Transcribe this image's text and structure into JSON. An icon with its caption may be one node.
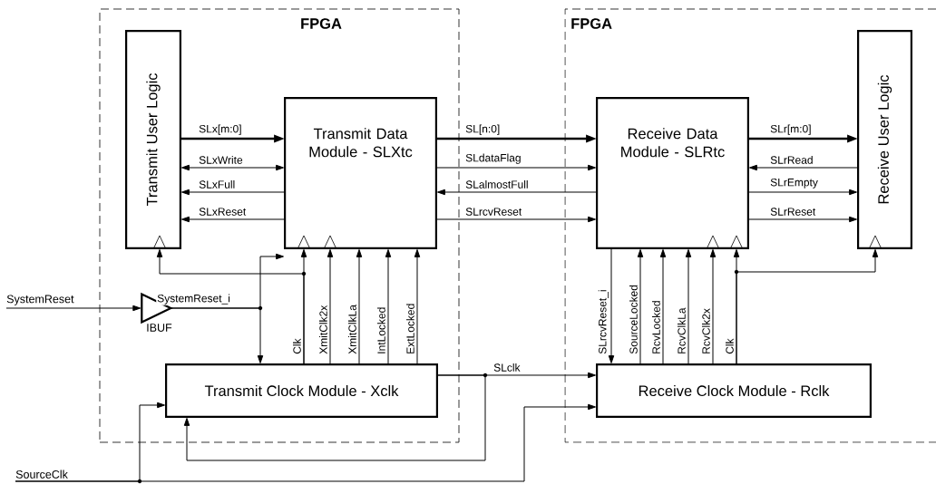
{
  "diagram": {
    "nodes": [
      {
        "text": [
          "FPGA"
        ]
      },
      {
        "text": [
          "FPGA"
        ]
      },
      {
        "text": [
          "Transmit User Logic"
        ],
        "in": 0
      },
      {
        "text": [
          "Transmit Data Module - SLXtc"
        ],
        "in": 0
      },
      {
        "text": [
          "Receive Data Module - SLRtc"
        ],
        "in": 1
      },
      {
        "text": [
          "Receive User Logic"
        ],
        "in": 1
      },
      {
        "text": [],
        "shape": "triangle",
        "beside": [
          "IBUF"
        ],
        "in": 0
      },
      {
        "text": [
          "Transmit Clock Module - Xclk"
        ],
        "in": 0
      },
      {
        "text": [
          "Receive Clock Module - Rclk"
        ],
        "in": 1
      },
      {
        "text": [
          "SystemReset"
        ]
      },
      {
        "text": [
          "SourceClk"
        ]
      }
    ],
    "edges": [
      {
        "from": 2,
        "to": 3,
        "arrow": "to",
        "label": "SLx[m:0]",
        "style": "thick"
      },
      {
        "from": 2,
        "to": 3,
        "arrow": "both",
        "label": "SLxWrite"
      },
      {
        "from": 3,
        "to": 2,
        "arrow": "to",
        "label": "SLxFull"
      },
      {
        "from": 3,
        "to": 2,
        "arrow": "to",
        "label": "SLxReset"
      },
      {
        "from": 3,
        "to": 4,
        "arrow": "to",
        "label": "SL[n:0]",
        "style": "thick"
      },
      {
        "from": 3,
        "to": 4,
        "arrow": "to",
        "label": "SLdataFlag"
      },
      {
        "from": 4,
        "to": 3,
        "arrow": "to",
        "label": "SLalmostFull"
      },
      {
        "from": 3,
        "to": 4,
        "arrow": "to",
        "label": "SLrcvReset"
      },
      {
        "from": 4,
        "to": 5,
        "arrow": "to",
        "label": "SLr[m:0]",
        "style": "thick"
      },
      {
        "from": 5,
        "to": 4,
        "arrow": "to",
        "label": "SLrRead"
      },
      {
        "from": 4,
        "to": 5,
        "arrow": "to",
        "label": "SLrEmpty"
      },
      {
        "from": 4,
        "to": 5,
        "arrow": "to",
        "label": "SLrReset"
      },
      {
        "from": 9,
        "to": 6,
        "arrow": "to"
      },
      {
        "from": 6,
        "to": 7,
        "arrow": "to",
        "label": "SystemReset_i"
      },
      {
        "from": 6,
        "to": 3,
        "arrow": "to"
      },
      {
        "from": 7,
        "to": 3,
        "arrow": "to",
        "label": "Clk"
      },
      {
        "from": 7,
        "to": 2,
        "arrow": "to"
      },
      {
        "from": 7,
        "to": 3,
        "arrow": "to",
        "label": "XmitClk2x"
      },
      {
        "from": 7,
        "to": 3,
        "arrow": "to",
        "label": "XmitClkLa"
      },
      {
        "from": 7,
        "to": 3,
        "arrow": "to",
        "label": "IntLocked"
      },
      {
        "from": 7,
        "to": 3,
        "arrow": "to",
        "label": "ExtLocked"
      },
      {
        "from": 7,
        "to": 8,
        "arrow": "to",
        "label": "SLclk"
      },
      {
        "from": 7,
        "to": 7,
        "arrow": "to"
      },
      {
        "from": 10,
        "to": 7,
        "arrow": "to"
      },
      {
        "from": 10,
        "to": 8,
        "arrow": "to"
      },
      {
        "from": 4,
        "to": 8,
        "arrow": "to",
        "label": "SLrcvReset_i"
      },
      {
        "from": 8,
        "to": 4,
        "arrow": "to",
        "label": "SourceLocked"
      },
      {
        "from": 8,
        "to": 4,
        "arrow": "to",
        "label": "RcvLocked"
      },
      {
        "from": 8,
        "to": 4,
        "arrow": "to",
        "label": "RcvClkLa"
      },
      {
        "from": 8,
        "to": 4,
        "arrow": "to",
        "label": "RcvClk2x"
      },
      {
        "from": 8,
        "to": 4,
        "arrow": "to",
        "label": "Clk"
      },
      {
        "from": 8,
        "to": 5,
        "arrow": "to"
      }
    ]
  }
}
